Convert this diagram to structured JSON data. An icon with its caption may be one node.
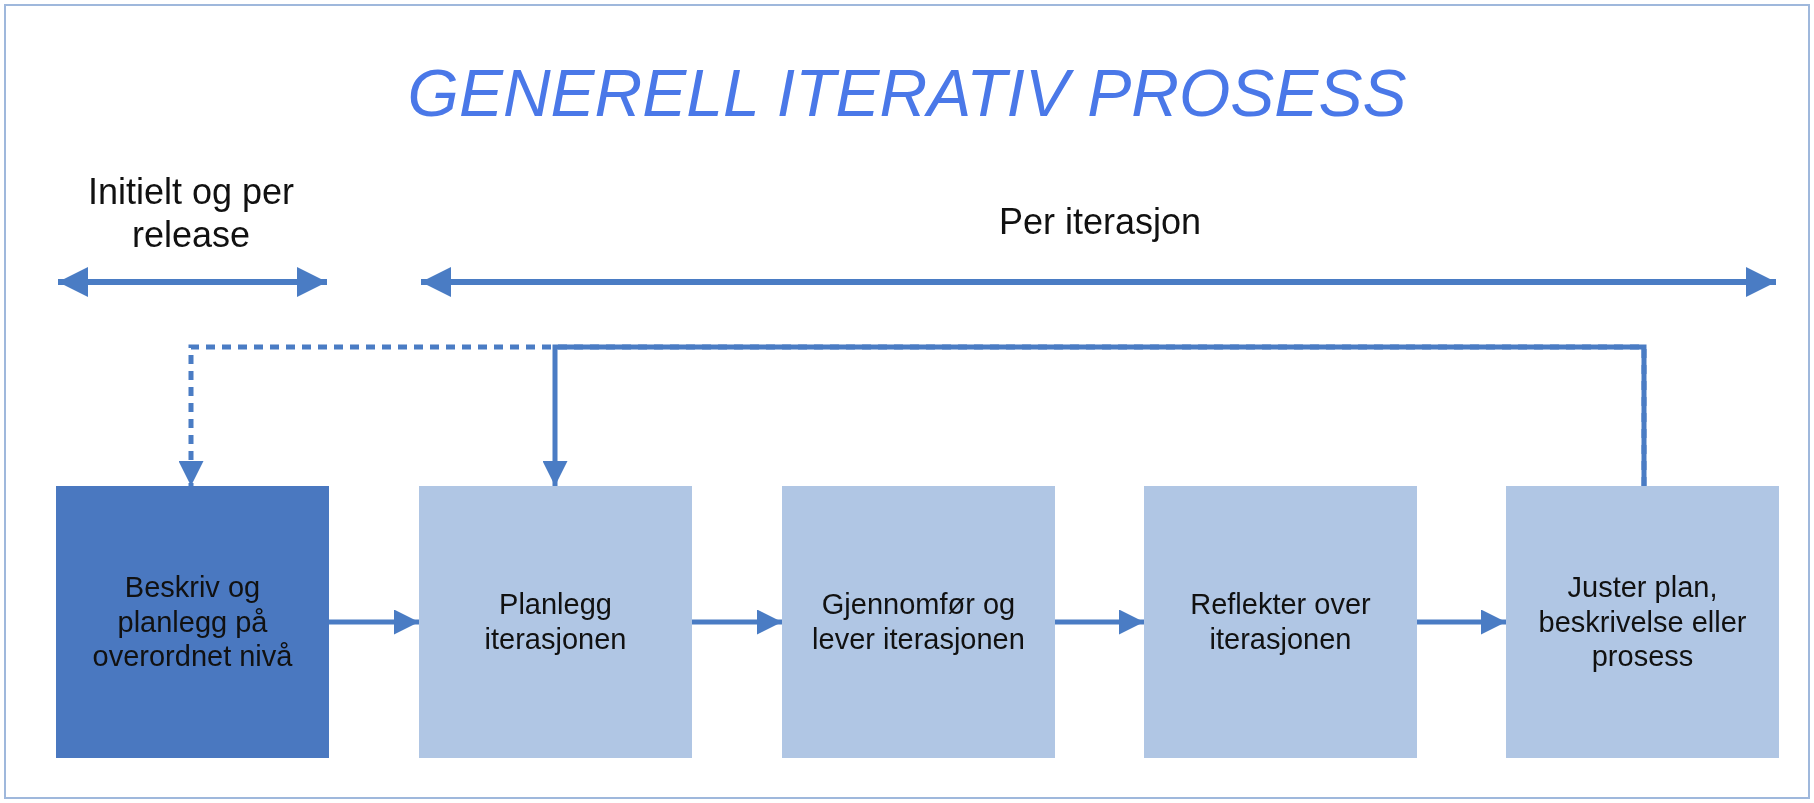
{
  "diagram": {
    "title": "GENERELL ITERATIV PROSESS",
    "nodes": [
      {
        "text": [
          "Beskriv og planlegg på overordnet nivå"
        ]
      },
      {
        "text": [
          "Planlegg iterasjonen"
        ]
      },
      {
        "text": [
          "Gjennomfør og lever iterasjonen"
        ]
      },
      {
        "text": [
          "Reflekter over iterasjonen"
        ]
      },
      {
        "text": [
          "Juster plan, beskrivelse eller prosess"
        ]
      }
    ],
    "edges": [
      {
        "from": 0,
        "to": 1,
        "arrow": "to"
      },
      {
        "from": 1,
        "to": 2,
        "arrow": "to"
      },
      {
        "from": 2,
        "to": 3,
        "arrow": "to"
      },
      {
        "from": 3,
        "to": 4,
        "arrow": "to"
      },
      {
        "from": 4,
        "to": 0,
        "arrow": "to",
        "style": "dashed"
      },
      {
        "from": 4,
        "to": 1,
        "arrow": "to"
      }
    ],
    "labels": [
      "Initielt og per release",
      "Per iterasjon"
    ]
  }
}
